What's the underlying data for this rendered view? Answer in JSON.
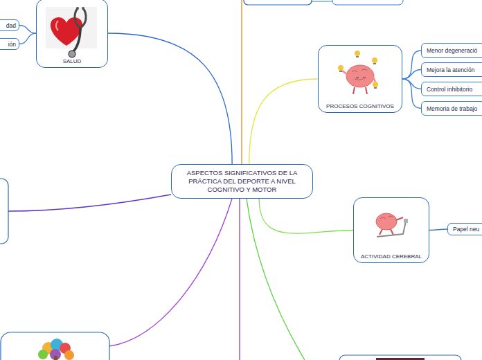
{
  "diagram": {
    "nodes": [
      {
        "text": [
          "SALUD"
        ]
      },
      {
        "text": [
          "dad"
        ]
      },
      {
        "text": [
          "ión"
        ]
      },
      {
        "text": [
          "ASPECTOS SIGNIFICATIVOS DE LA PRÁCTICA DEL DEPORTE A NIVEL COGNITIVO Y MOTOR"
        ]
      },
      {
        "text": [
          "PROCESOS COGNITIVOS"
        ]
      },
      {
        "text": [
          "Menor degeneració"
        ]
      },
      {
        "text": [
          "Mejora la atención"
        ]
      },
      {
        "text": [
          "Control inhibitorio"
        ]
      },
      {
        "text": [
          "Memoria de trabajo"
        ]
      },
      {
        "text": [
          "ACTIVIDAD CEREBRAL"
        ]
      },
      {
        "text": [
          "Papel neu"
        ]
      }
    ],
    "edges": [
      {
        "from": 3,
        "to": 0,
        "arrow": "none"
      },
      {
        "from": 0,
        "to": 1,
        "arrow": "none"
      },
      {
        "from": 0,
        "to": 2,
        "arrow": "none"
      },
      {
        "from": 3,
        "to": 4,
        "arrow": "none"
      },
      {
        "from": 4,
        "to": 5,
        "arrow": "none"
      },
      {
        "from": 4,
        "to": 6,
        "arrow": "none"
      },
      {
        "from": 4,
        "to": 7,
        "arrow": "none"
      },
      {
        "from": 4,
        "to": 8,
        "arrow": "none"
      },
      {
        "from": 3,
        "to": 9,
        "arrow": "none"
      },
      {
        "from": 9,
        "to": 10,
        "arrow": "none"
      }
    ]
  }
}
